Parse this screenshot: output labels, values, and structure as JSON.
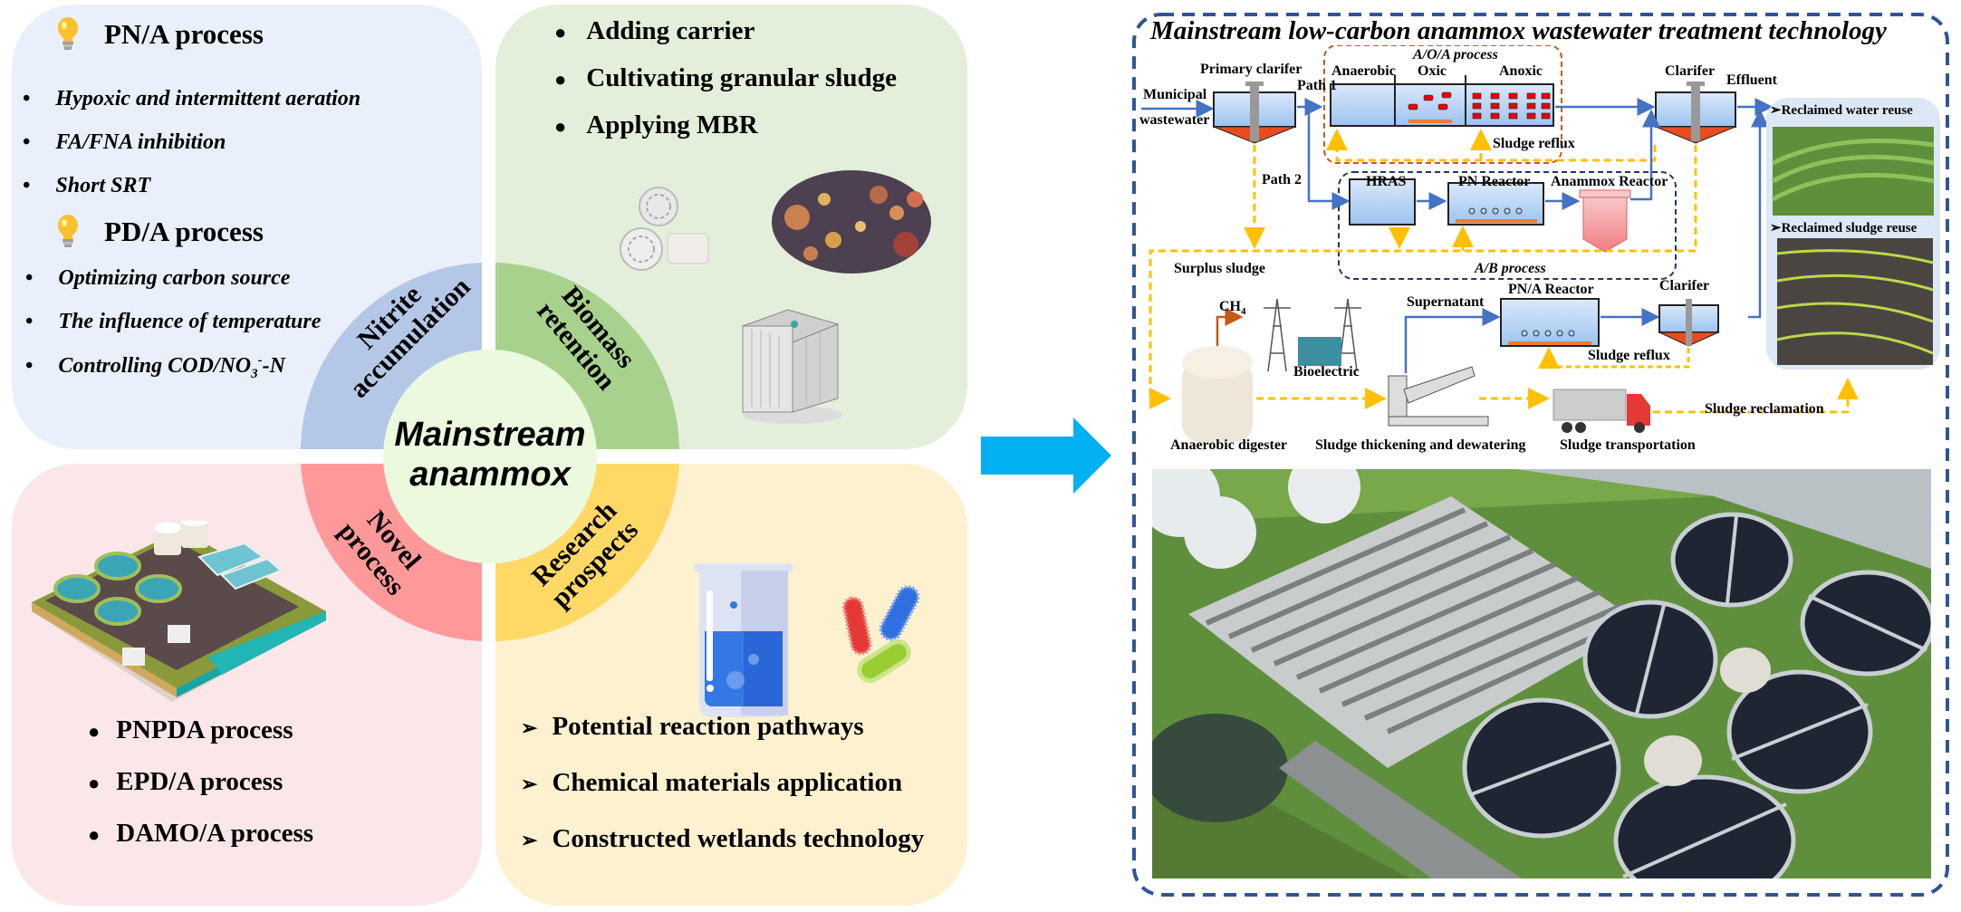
{
  "center": {
    "line1": "Mainstream",
    "line2": "anammox"
  },
  "quadrants": {
    "nitrite": {
      "line1": "Nitrite",
      "line2": "accumulation",
      "color": "#b4c7e7"
    },
    "biomass": {
      "line1": "Biomass",
      "line2": "retention",
      "color": "#a9d18e"
    },
    "novel": {
      "line1": "Novel",
      "line2": "process",
      "color": "#ff9999"
    },
    "research": {
      "line1": "Research",
      "line2": "prospects",
      "color": "#ffd966"
    }
  },
  "top_left": {
    "pna_title": "PN/A process",
    "pna_items": [
      "Hypoxic and intermittent aeration",
      "FA/FNA inhibition",
      "Short SRT"
    ],
    "pda_title": "PD/A process",
    "pda_items": [
      "Optimizing carbon source",
      "The influence of temperature"
    ],
    "pda_last_prefix": "Controlling COD/NO",
    "pda_last_sub": "3",
    "pda_last_sup": "-",
    "pda_last_suffix": "-N",
    "bullet": "•"
  },
  "top_right": {
    "items": [
      "Adding carrier",
      "Cultivating granular sludge",
      "Applying MBR"
    ],
    "bullet": "●",
    "images": [
      "carrier-media-image",
      "granular-sludge-image",
      "mbr-module-image"
    ]
  },
  "bottom_left": {
    "items": [
      "PNPDA process",
      "EPD/A process",
      "DAMO/A process"
    ],
    "bullet": "●",
    "image": "wastewater-plant-illustration"
  },
  "bottom_right": {
    "items": [
      "Potential reaction pathways",
      "Chemical materials application",
      "Constructed wetlands technology"
    ],
    "bullet": "➢",
    "images": [
      "beaker-icon",
      "bacteria-icon"
    ]
  },
  "arrow": {
    "color": "#00b0f0"
  },
  "right_panel": {
    "title": "Mainstream low-carbon anammox wastewater treatment technology",
    "labels": {
      "municipal": "Municipal",
      "wastewater": "wastewater",
      "primary_clarifier": "Primary clarifer",
      "path1": "Path 1",
      "path2": "Path 2",
      "aoa_process": "A/O/A process",
      "anaerobic": "Anaerobic",
      "oxic": "Oxic",
      "anoxic": "Anoxic",
      "sludge_reflux_1": "Sludge reflux",
      "clarifier_1": "Clarifer",
      "effluent": "Effluent",
      "reclaimed_water": "Reclaimed water reuse",
      "reclaimed_sludge": "Reclaimed sludge reuse",
      "hras": "HRAS",
      "pn_reactor": "PN Reactor",
      "anammox_reactor": "Anammox Reactor",
      "ab_process": "A/B process",
      "surplus_sludge": "Surplus sludge",
      "ch4": "CH",
      "ch4_sub": "4",
      "bioelectric": "Bioelectric",
      "supernatant": "Supernatant",
      "pna_reactor": "PN/A Reactor",
      "clarifier_2": "Clarifer",
      "sludge_reflux_2": "Sludge reflux",
      "sludge_reclamation": "Sludge reclamation",
      "anaerobic_digester": "Anaerobic digester",
      "thickening": "Sludge thickening and dewatering",
      "transportation": "Sludge transportation",
      "bullet": "➢"
    },
    "colors": {
      "border": "#2f5597",
      "flow": "#4472c4",
      "sludge_flow": "#ffc000",
      "aoa_box": "#c55a11",
      "ab_box": "#203864",
      "sludge": "#e84c1e"
    },
    "photo": "aerial-treatment-plant-photo"
  }
}
